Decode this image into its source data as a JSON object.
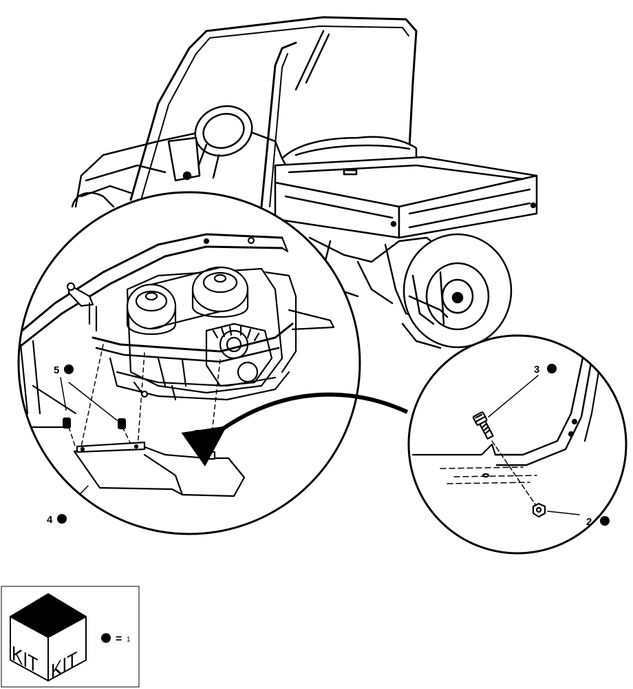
{
  "callouts": [
    {
      "id": "2",
      "label": "2"
    },
    {
      "id": "3",
      "label": "3"
    },
    {
      "id": "4",
      "label": "4"
    },
    {
      "id": "5",
      "label": "5"
    }
  ],
  "legend": {
    "kit_left": "KIT",
    "kit_right": "KIT",
    "equals": "=",
    "quantity": "1"
  }
}
